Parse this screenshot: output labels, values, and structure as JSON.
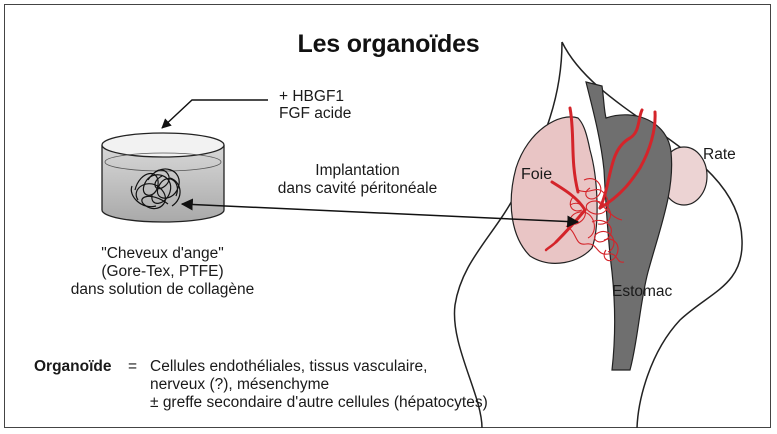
{
  "title": "Les organoïdes",
  "factors": {
    "line1": "+   HBGF1",
    "line2": "FGF acide"
  },
  "implant": {
    "line1": "Implantation",
    "line2": "dans cavité péritonéale"
  },
  "fiber": {
    "line1": "\"Cheveux d'ange\"",
    "line2": "(Gore-Tex, PTFE)",
    "line3": "dans solution de collagène"
  },
  "organs": {
    "liver": "Foie",
    "spleen": "Rate",
    "stomach": "Estomac"
  },
  "definition": {
    "term": "Organoïde",
    "equals": "=",
    "line1": "Cellules endothéliales, tissus vasculaire,",
    "line2": "nerveux (?), mésenchyme",
    "line3": "±  greffe secondaire d'autre cellules (hépatocytes)"
  },
  "colors": {
    "vessel": "#d4242a",
    "liver_fill": "#e9c5c5",
    "stomach_fill": "#6f6f6f",
    "frame": "#444444"
  }
}
